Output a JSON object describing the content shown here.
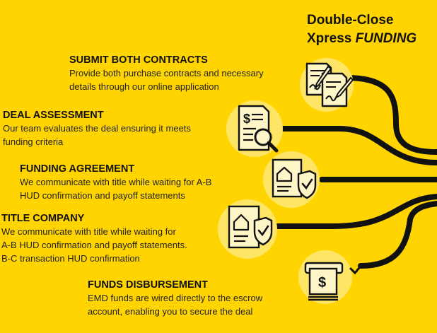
{
  "title": {
    "line1": "Double-Close",
    "line2_plain": "Xpress ",
    "line2_italic": "FUNDING"
  },
  "steps": [
    {
      "heading": "SUBMIT BOTH CONTRACTS",
      "lines": [
        "Provide both purchase contracts and necessary",
        "details through our online application"
      ],
      "icon": "contracts-icon"
    },
    {
      "heading": "DEAL ASSESSMENT",
      "lines": [
        "Our team evaluates the deal ensuring it meets",
        "funding criteria"
      ],
      "icon": "document-magnifier-icon"
    },
    {
      "heading": "FUNDING AGREEMENT",
      "lines": [
        "We communicate with title while waiting for A-B",
        "HUD confirmation and payoff statements"
      ],
      "icon": "house-shield-icon"
    },
    {
      "heading": "TITLE COMPANY",
      "lines": [
        "We communicate with title while waiting for",
        "A-B HUD confirmation and payoff statements.",
        "B-C transaction HUD confirmation"
      ],
      "icon": "title-document-shield-icon"
    },
    {
      "heading": "FUNDS DISBURSEMENT",
      "lines": [
        "EMD funds are wired directly to the escrow",
        "account, enabling you to secure the deal"
      ],
      "icon": "money-check-icon"
    }
  ],
  "colors": {
    "background": "#FFD400",
    "line": "#111111",
    "icon_circle": "#FFE566"
  }
}
